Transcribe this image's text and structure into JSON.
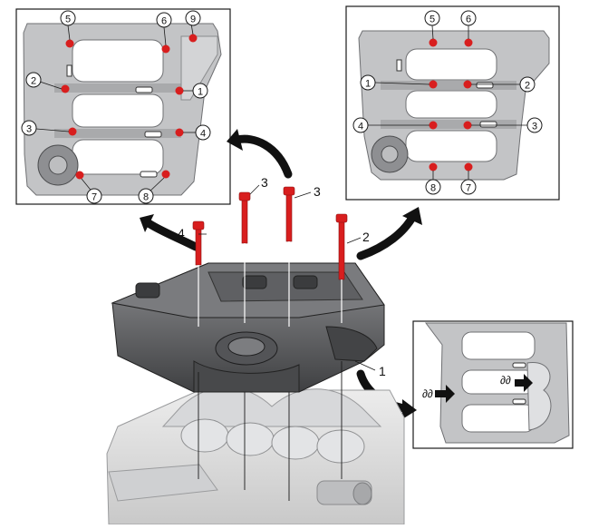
{
  "panels": {
    "top_left": {
      "callouts": [
        "5",
        "6",
        "9",
        "2",
        "1",
        "3",
        "4",
        "7",
        "8"
      ]
    },
    "top_right": {
      "callouts": [
        "5",
        "6",
        "1",
        "2",
        "4",
        "3",
        "8",
        "7"
      ]
    },
    "bottom_right": {
      "droplet_glyphs": "∂∂"
    }
  },
  "main": {
    "bolt_labels": [
      "4",
      "3",
      "3",
      "2"
    ],
    "part_label": "1"
  },
  "colors": {
    "bolt_red": "#d81e1e",
    "casting_gray": "#5d5e60",
    "casting_light": "#bfc0c2",
    "outline": "#1a1a1a"
  }
}
